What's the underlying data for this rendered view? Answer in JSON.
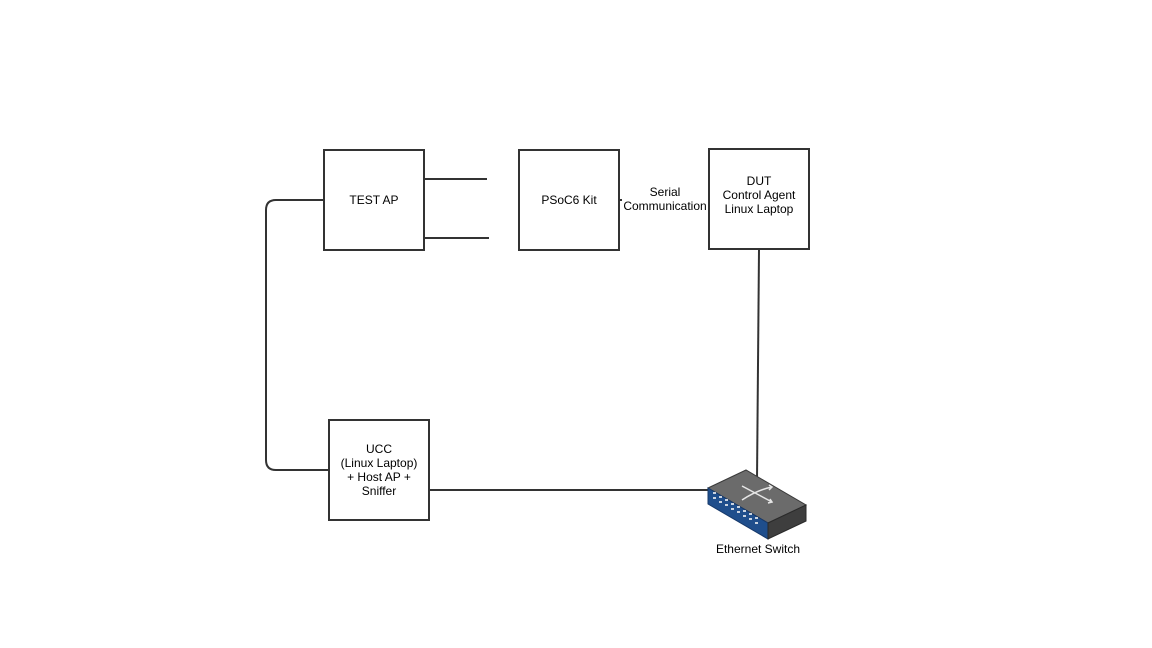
{
  "diagram": {
    "nodes": {
      "test_ap": "TEST AP",
      "psoc6": "PSoC6 Kit",
      "dut": "DUT\nControl Agent\nLinux Laptop",
      "ucc": "UCC\n(Linux Laptop)\n+ Host AP +\nSniffer"
    },
    "edges": {
      "psoc6_dut_label": "Serial\nCommunication"
    },
    "switch": {
      "label": "Ethernet Switch",
      "icon": "ethernet-switch-icon"
    }
  },
  "colors": {
    "line": "#333333",
    "box_border": "#333333",
    "switch_body": "#4a4a4a",
    "switch_front": "#1f4e8c",
    "switch_top": "#6b6b6b"
  }
}
